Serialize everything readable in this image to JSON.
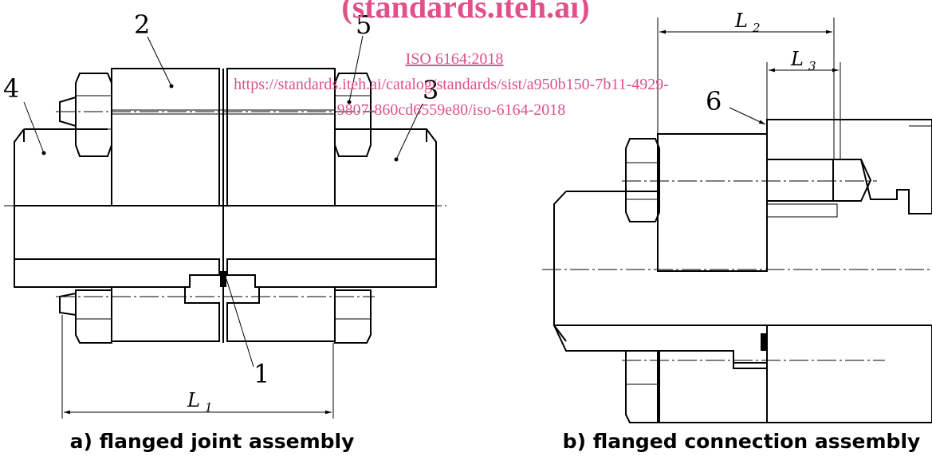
{
  "watermark": {
    "title": "(standards.iteh.ai)",
    "standard": "ISO 6164:2018",
    "url_line1": "https://standards.iteh.ai/catalog/standards/sist/a950b150-7b11-4929-",
    "url_line2": "9807-860cd6559e80/iso-6164-2018"
  },
  "callouts": {
    "c1": "1",
    "c2": "2",
    "c3": "3",
    "c4": "4",
    "c5": "5",
    "c6": "6"
  },
  "dimensions": {
    "L1": "L",
    "L1_sub": "1",
    "L2": "L",
    "L2_sub": "2",
    "L3": "L",
    "L3_sub": "3"
  },
  "captions": {
    "a": "a) flanged joint assembly",
    "b": "b) flanged connection assembly"
  }
}
